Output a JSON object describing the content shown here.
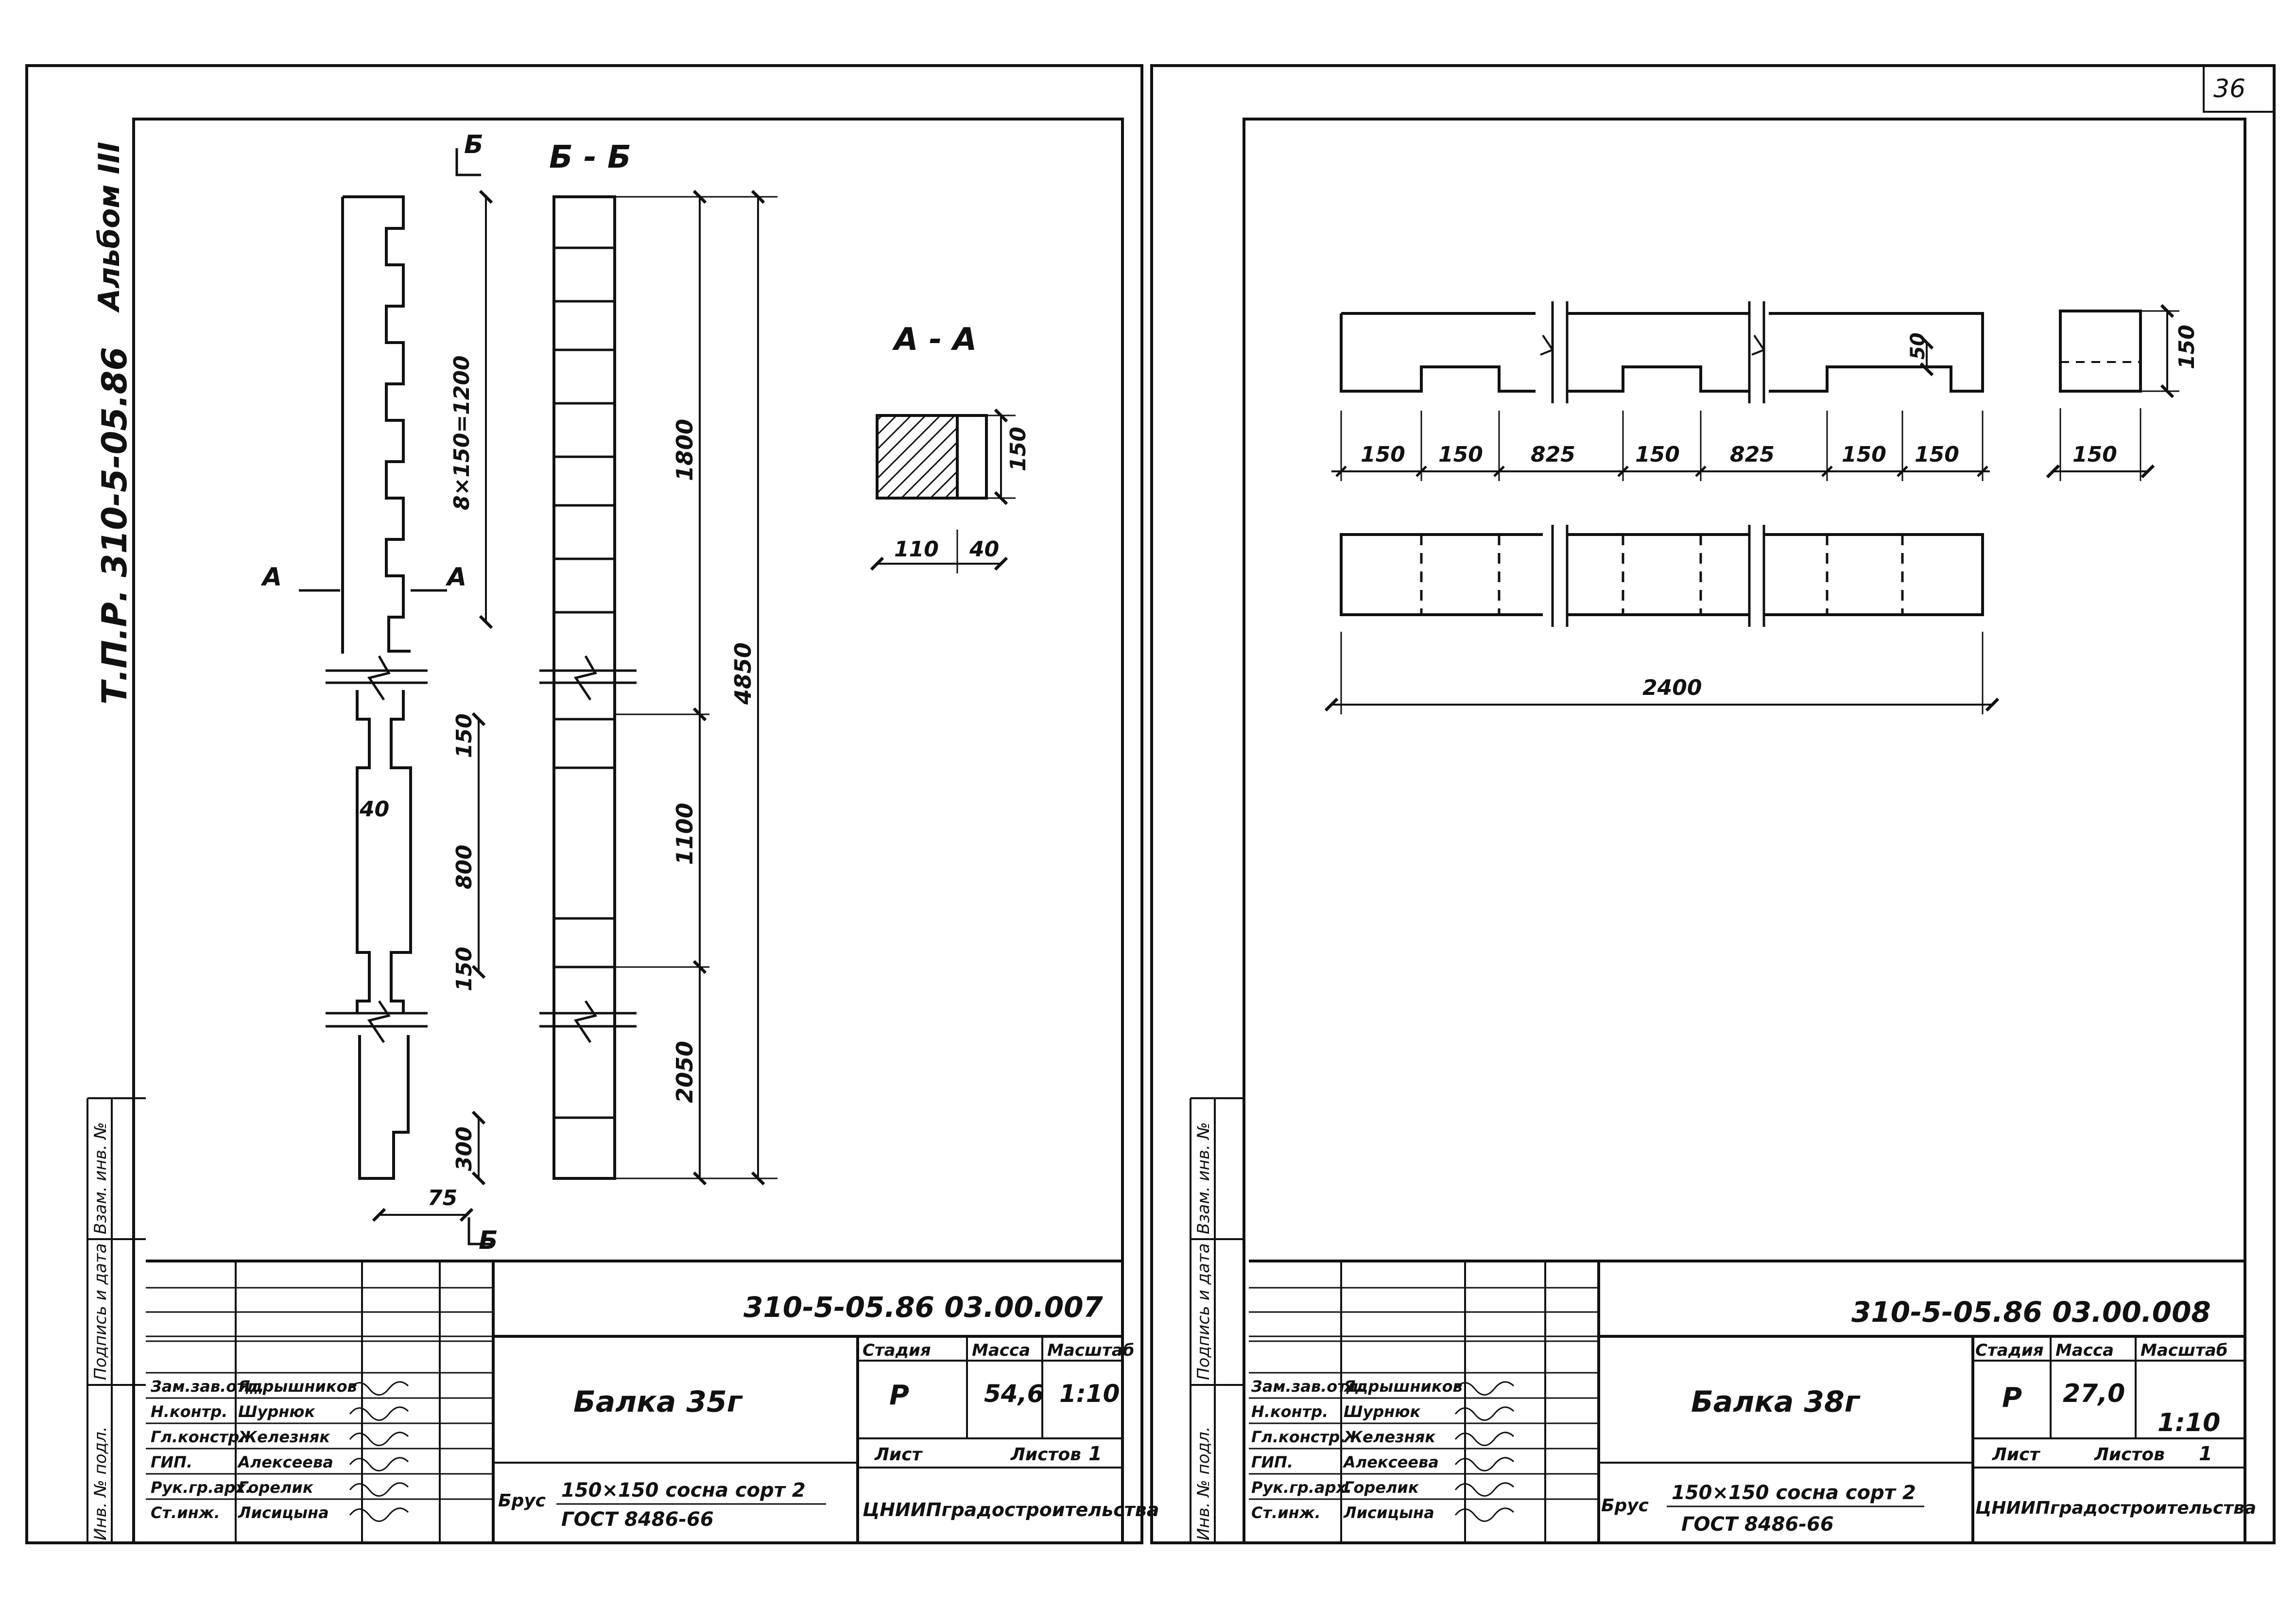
{
  "page_number": "36",
  "left": {
    "album_label": "Альбом III",
    "series_label": "Т.П.Р. 310-5-05.86",
    "section_bb": "Б - Б",
    "section_aa": "А - А",
    "marker_b": "Б",
    "marker_a": "А",
    "dims": {
      "pitch": "8×150=1200",
      "d1800": "1800",
      "d4850": "4850",
      "d150a": "150",
      "d800": "800",
      "d150b": "150",
      "d1100": "1100",
      "d2050": "2050",
      "d300": "300",
      "d75": "75",
      "d40": "40",
      "aa_h": "150",
      "aa_w1": "110",
      "aa_w2": "40"
    },
    "title_block": {
      "doc_code": "310-5-05.86   03.00.007",
      "title": "Балка 35г",
      "stage_hdr": "Стадия",
      "mass_hdr": "Масса",
      "scale_hdr": "Масштаб",
      "stage": "Р",
      "mass": "54,6",
      "scale": "1:10",
      "sheet_hdr": "Лист",
      "sheets_hdr": "Листов",
      "sheets": "1",
      "material_lead": "Брус",
      "material_line1": "150×150 сосна сорт 2",
      "material_line2": "ГОСТ 8486-66",
      "org": "ЦНИИПградостроительства",
      "roles": [
        "Зам.зав.отд.",
        "Н.контр.",
        "Гл.констр.",
        "ГИП.",
        "Рук.гр.арх.",
        "Ст.инж."
      ],
      "names": [
        "Ядрышников",
        "Шурнюк",
        "Железняк",
        "Алексеева",
        "Горелик",
        "Лисицына"
      ]
    },
    "side_labels": [
      "Инв. № подл.",
      "Подпись и дата",
      "Взам. инв. №"
    ]
  },
  "right": {
    "dims": {
      "top_row": [
        "150",
        "150",
        "825",
        "150",
        "825",
        "150",
        "150"
      ],
      "notch_h": "50",
      "section_h": "150",
      "section_w": "150",
      "total": "2400"
    },
    "title_block": {
      "doc_code": "310-5-05.86   03.00.008",
      "title": "Балка 38г",
      "stage_hdr": "Стадия",
      "mass_hdr": "Масса",
      "scale_hdr": "Масштаб",
      "stage": "Р",
      "mass": "27,0",
      "scale": "1:10",
      "sheet_hdr": "Лист",
      "sheets_hdr": "Листов",
      "sheets": "1",
      "material_lead": "Брус",
      "material_line1": "150×150 сосна сорт 2",
      "material_line2": "ГОСТ 8486-66",
      "org": "ЦНИИПградостроительства",
      "roles": [
        "Зам.зав.отд.",
        "Н.контр.",
        "Гл.констр.",
        "ГИП.",
        "Рук.гр.арх.",
        "Ст.инж."
      ],
      "names": [
        "Ядрышников",
        "Шурнюк",
        "Железняк",
        "Алексеева",
        "Горелик",
        "Лисицына"
      ]
    },
    "side_labels": [
      "Инв. № подл.",
      "Подпись и дата",
      "Взам. инв. №"
    ]
  }
}
